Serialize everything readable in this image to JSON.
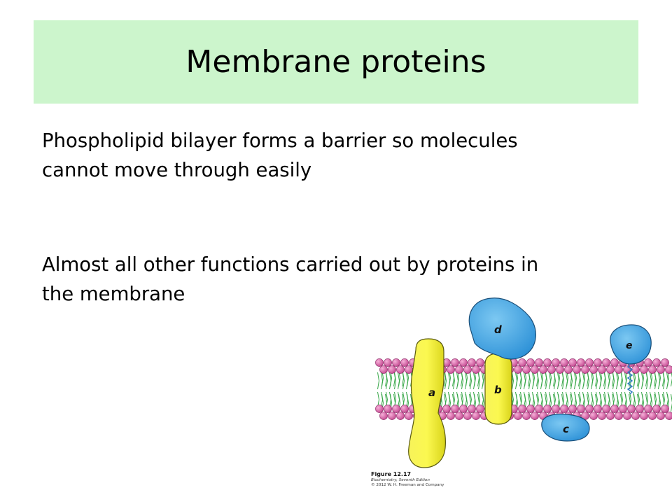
{
  "slide": {
    "title": "Membrane proteins",
    "bullets": [
      "Phospholipid bilayer forms a barrier so molecules cannot move through easily",
      "Almost all other functions carried out by proteins in the membrane"
    ]
  },
  "figure": {
    "protein_labels": {
      "a": "a",
      "b": "b",
      "c": "c",
      "d": "d",
      "e": "e"
    },
    "caption_title": "Figure 12.17",
    "caption_source": "Biochemistry, Seventh Edition",
    "caption_copyright": "© 2012 W. H. Freeman and Company",
    "colors": {
      "title_background": "#ccf5cc",
      "lipid_head": "#d860a8",
      "lipid_tail": "#3aa84a",
      "protein_yellow": "#f2ee2c",
      "protein_blue": "#3ea8e6"
    }
  }
}
